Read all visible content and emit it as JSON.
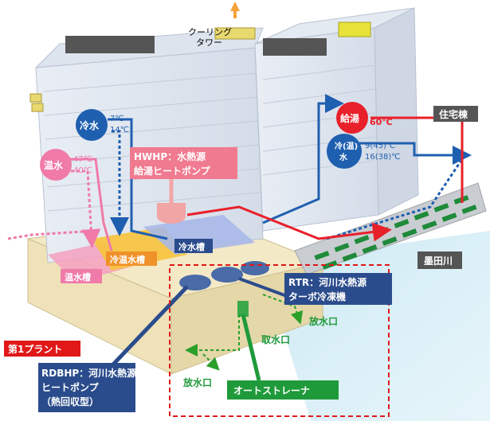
{
  "labels": {
    "cooling_tower": [
      "クーリング",
      "タワー"
    ],
    "residential": "住宅棟",
    "hot_supply": "給湯",
    "hot_supply_temp": "60℃",
    "cold_warm_water": [
      "冷(温)",
      "水"
    ],
    "cold_warm_temps": [
      "9(45)℃",
      "16(38)℃"
    ],
    "cold_water": "冷水",
    "cold_water_temps": [
      "7℃",
      "14℃"
    ],
    "warm_water": "温水",
    "warm_water_temps": [
      "47℃",
      "40℃"
    ],
    "hwhp": [
      "HWHP：水熱源",
      "給湯ヒートポンプ"
    ],
    "cold_tank": "冷水槽",
    "cold_warm_tank": "冷温水槽",
    "warm_tank": "温水槽",
    "rtr": [
      "RTR：河川水熱源",
      "ターボ冷凍機"
    ],
    "sumida_river": "墨田川",
    "discharge_1": "放水口",
    "intake": "取水口",
    "discharge_2": "放水口",
    "plant_1": "第1プラント",
    "rdbhp": [
      "RDBHP：河川水熱源",
      "ヒートポンプ",
      "（熱回収型）"
    ],
    "auto_strainer": "オートストレーナ"
  },
  "colors": {
    "cold": "#1f5fb0",
    "hot": "#e8202a",
    "warm": "#f07aa8",
    "river": "#2aa02a",
    "label_blue": "#2b4c8c",
    "label_pink": "#f07a90",
    "label_green": "#1f9a3a",
    "label_red": "#e01818"
  }
}
